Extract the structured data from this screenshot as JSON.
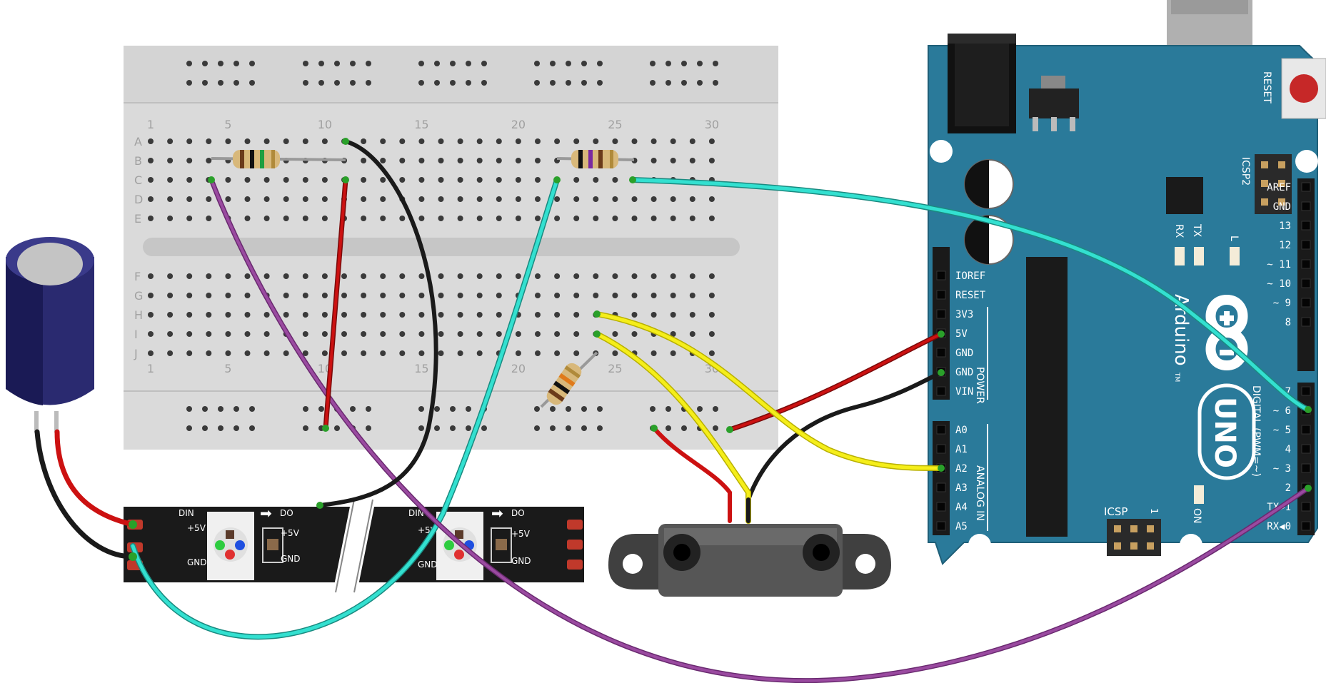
{
  "breadboard": {
    "column_numbers": [
      "1",
      "5",
      "10",
      "15",
      "20",
      "25",
      "30"
    ],
    "row_letters_top": [
      "A",
      "B",
      "C",
      "D",
      "E"
    ],
    "row_letters_bottom": [
      "F",
      "G",
      "H",
      "I",
      "J"
    ],
    "color": "#d9d9d9"
  },
  "led_strip": {
    "labels": {
      "din": "DIN",
      "do": "DO",
      "plus5v": "+5V",
      "gnd": "GND"
    },
    "color": "#1a1a1a"
  },
  "arduino": {
    "board_color": "#2a7a9a",
    "reset_label": "RESET",
    "icsp2_label": "ICSP2",
    "icsp_label": "ICSP",
    "icsp_pin1": "1",
    "rx_label": "RX",
    "tx_label": "TX",
    "l_label": "L",
    "on_label": "ON",
    "brand": "Arduino",
    "tm": "TM",
    "model": "UNO",
    "power_label": "POWER",
    "analog_label": "ANALOG IN",
    "digital_label": "DIGITAL (PWM=~)",
    "power_pins": [
      "IOREF",
      "RESET",
      "3V3",
      "5V",
      "GND",
      "GND",
      "VIN"
    ],
    "analog_pins": [
      "A0",
      "A1",
      "A2",
      "A3",
      "A4",
      "A5"
    ],
    "digital_top_pins": [
      "AREF",
      "GND",
      "13",
      "12",
      "~ 11",
      "~ 10",
      "~ 9",
      "8"
    ],
    "digital_bottom_pins": [
      "7",
      "~ 6",
      "~ 5",
      "4",
      "~ 3",
      "2",
      "TX▶1",
      "RX◀0"
    ]
  },
  "wire_colors": {
    "cyan": "#33e0d0",
    "purple": "#9a4aa0",
    "black": "#1a1a1a",
    "red": "#cc1111",
    "yellow": "#f5ee1a"
  }
}
